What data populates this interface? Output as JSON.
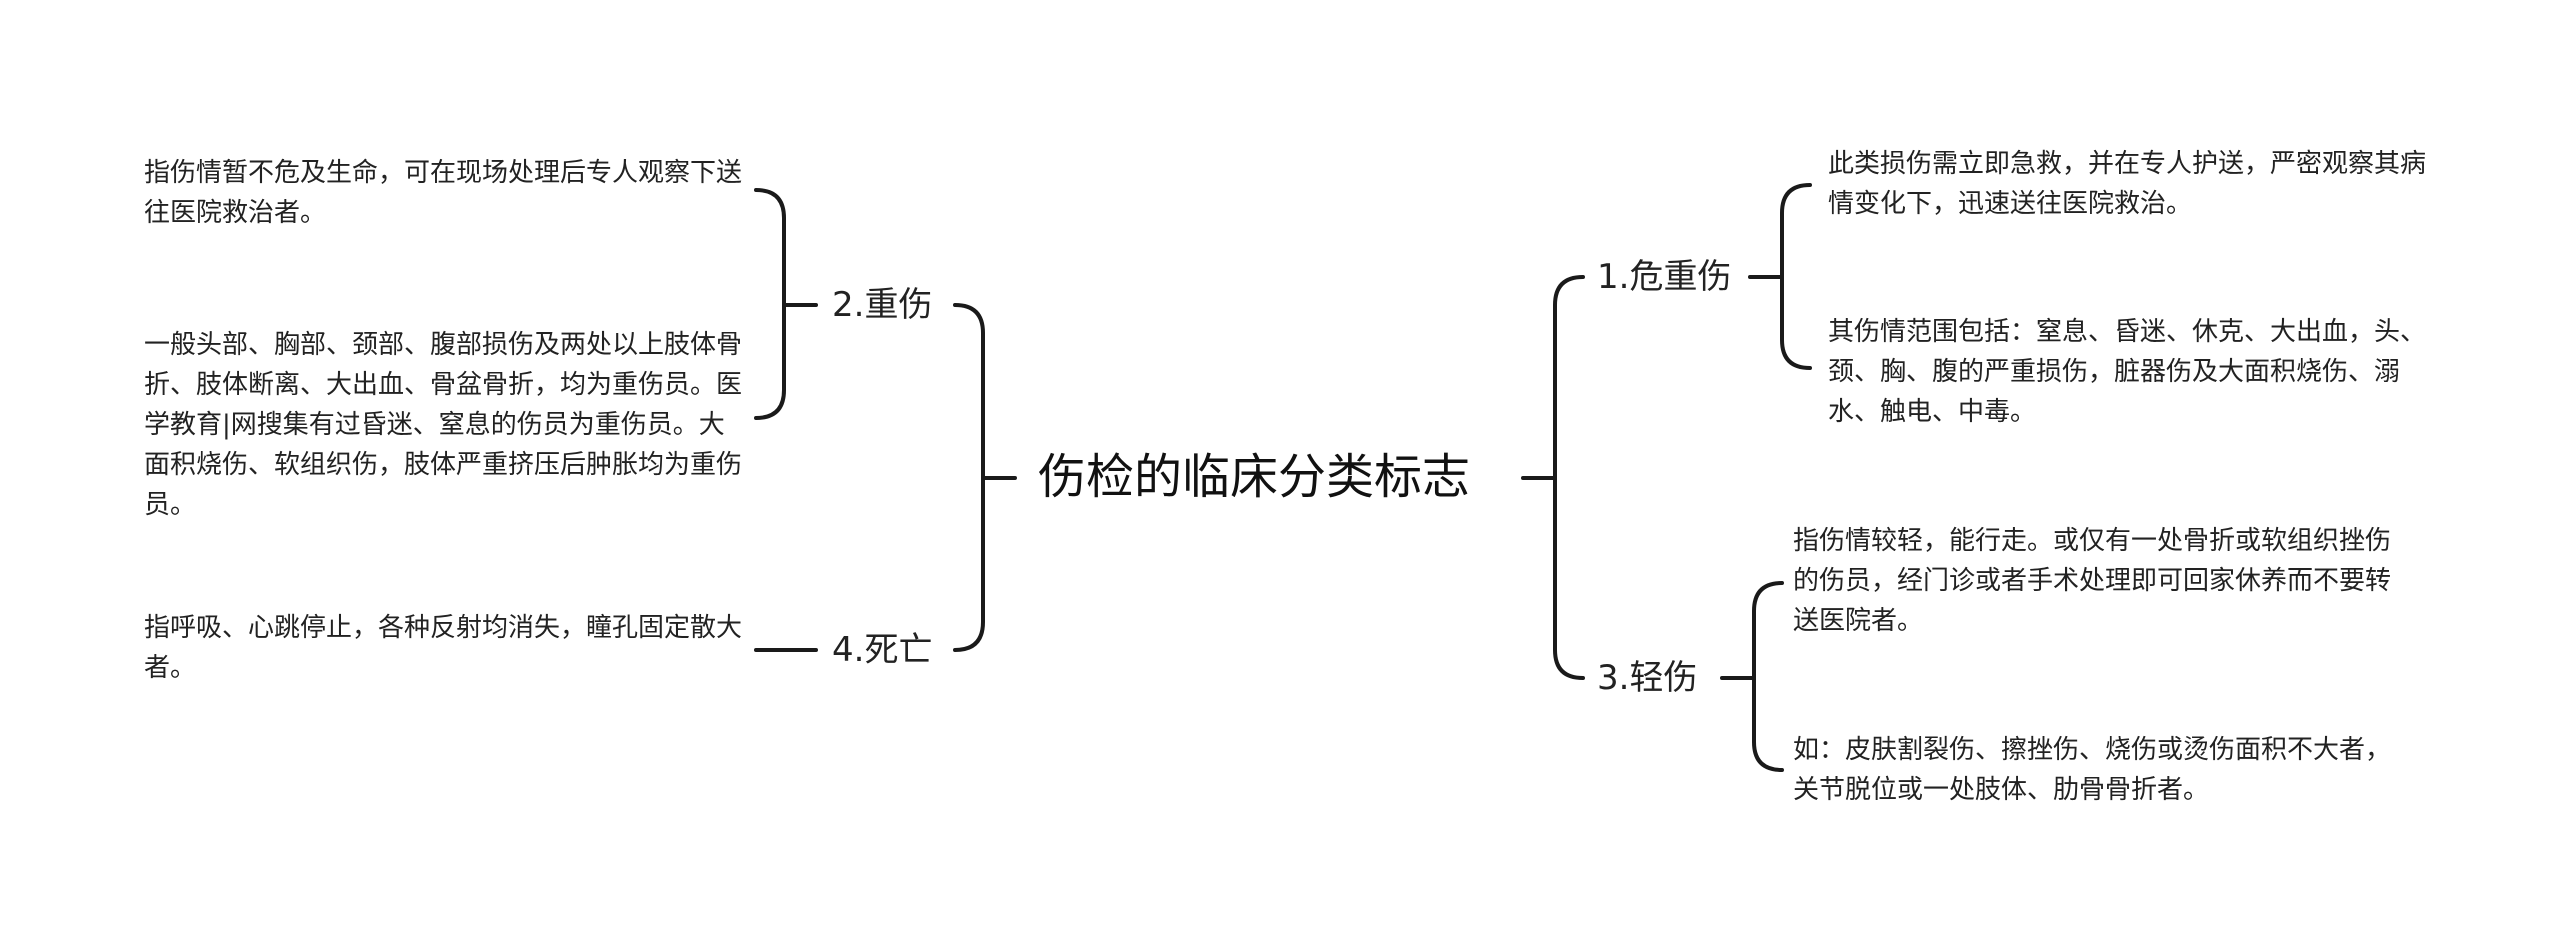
{
  "root": {
    "label": "伤检的临床分类标志"
  },
  "branches": {
    "b1": {
      "label": "1.危重伤",
      "notes": [
        "此类损伤需立即急救，并在专人护送，严密观察其病情变化下，迅速送往医院救治。",
        "其伤情范围包括：窒息、昏迷、休克、大出血，头、颈、胸、腹的严重损伤，脏器伤及大面积烧伤、溺水、触电、中毒。"
      ]
    },
    "b2": {
      "label": "2.重伤",
      "notes": [
        "指伤情暂不危及生命，可在现场处理后专人观察下送往医院救治者。",
        "一般头部、胸部、颈部、腹部损伤及两处以上肢体骨折、肢体断离、大出血、骨盆骨折，均为重伤员。医学教育|网搜集有过昏迷、窒息的伤员为重伤员。大面积烧伤、软组织伤，肢体严重挤压后肿胀均为重伤员。"
      ]
    },
    "b3": {
      "label": "3.轻伤",
      "notes": [
        "指伤情较轻，能行走。或仅有一处骨折或软组织挫伤的伤员，经门诊或者手术处理即可回家休养而不要转送医院者。",
        "如：皮肤割裂伤、擦挫伤、烧伤或烫伤面积不大者，关节脱位或一处肢体、肋骨骨折者。"
      ]
    },
    "b4": {
      "label": "4.死亡",
      "notes": [
        "指呼吸、心跳停止，各种反射均消失，瞳孔固定散大者。"
      ]
    }
  }
}
